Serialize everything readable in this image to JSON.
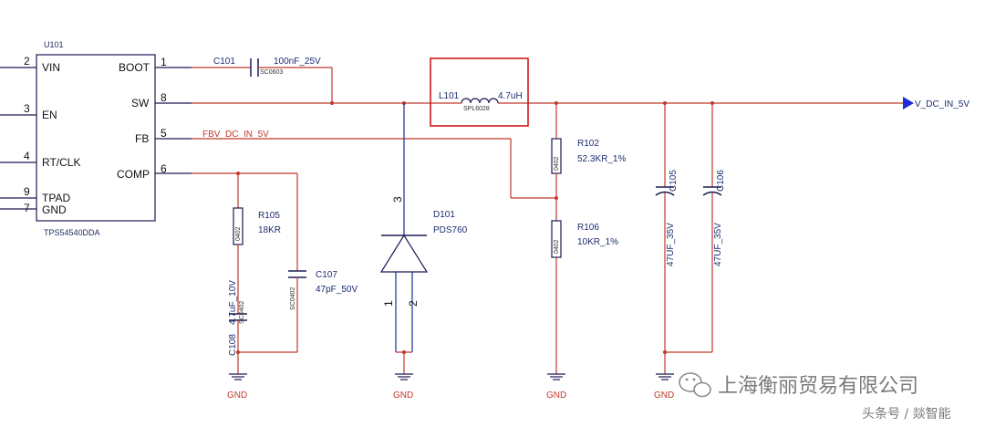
{
  "ic": {
    "ref": "U101",
    "part": "TPS54540DDA",
    "left_pins": [
      {
        "num": "2",
        "name": "VIN"
      },
      {
        "num": "3",
        "name": "EN"
      },
      {
        "num": "4",
        "name": "RT/CLK"
      },
      {
        "num": "9",
        "name": "TPAD"
      },
      {
        "num": "7",
        "name": "GND"
      }
    ],
    "right_pins": [
      {
        "num": "1",
        "name": "BOOT"
      },
      {
        "num": "8",
        "name": "SW"
      },
      {
        "num": "5",
        "name": "FB"
      },
      {
        "num": "6",
        "name": "COMP"
      }
    ]
  },
  "components": {
    "c101": {
      "ref": "C101",
      "value": "100nF_25V",
      "package": "SC0603"
    },
    "l101": {
      "ref": "L101",
      "value": "4.7uH",
      "package": "SPL6028"
    },
    "d101": {
      "ref": "D101",
      "value": "PDS760",
      "pin1": "1",
      "pin2": "2",
      "pin3": "3"
    },
    "r102": {
      "ref": "R102",
      "value": "52.3KR_1%",
      "package": "0402"
    },
    "r106": {
      "ref": "R106",
      "value": "10KR_1%",
      "package": "0402"
    },
    "r105": {
      "ref": "R105",
      "value": "18KR",
      "package": "0402"
    },
    "c107": {
      "ref": "C107",
      "value": "47pF_50V",
      "package": "SC0402"
    },
    "c108": {
      "ref": "C108",
      "value": "4.7uF_10V",
      "package": "SC0402"
    },
    "c105": {
      "ref": "C105",
      "value": "47UF_35V",
      "polarity": "+"
    },
    "c106": {
      "ref": "C106",
      "value": "47UF_35V",
      "polarity": "+"
    }
  },
  "nets": {
    "fb": "FBV_DC_IN_5V",
    "out": "V_DC_IN_5V",
    "gnd": "GND"
  },
  "watermark": {
    "company": "上海衡丽贸易有限公司",
    "source": "头条号 / 燚智能"
  },
  "colors": {
    "wire": "#c0392b",
    "net_blue": "#1d2c9a",
    "highlight_box": "#d0191e",
    "ground": "#c0392b"
  }
}
